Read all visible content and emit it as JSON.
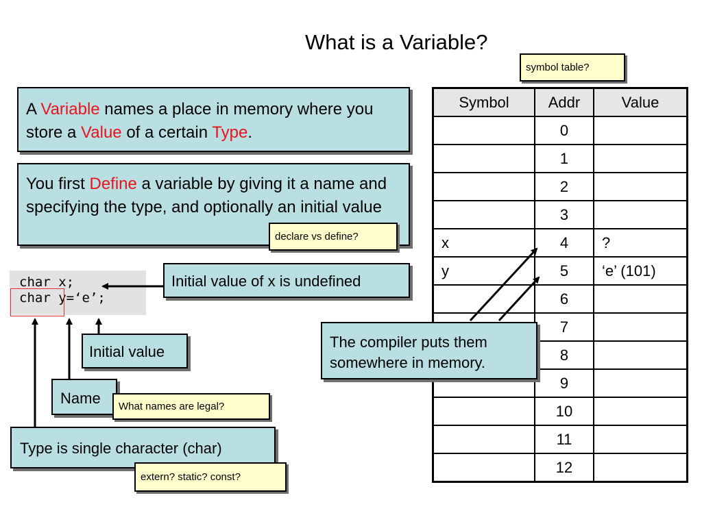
{
  "title": "What is a Variable?",
  "notes": {
    "symbol_table": "symbol table?",
    "declare_define": "declare vs define?",
    "legal_names": "What names are legal?",
    "qualifiers": "extern? static? const?"
  },
  "definition": {
    "p1": "A ",
    "w1": "Variable",
    "p2": " names a place in memory where you store a ",
    "w2": "Value",
    "p3": " of a certain ",
    "w3": "Type",
    "p4": "."
  },
  "define_box": {
    "p1": "You first ",
    "w1": "Define",
    "p2": " a variable by giving it a name and specifying the type, and optionally an initial value"
  },
  "code": {
    "line1": "char x;",
    "line2": "char y=‘e’;"
  },
  "labels": {
    "initial_undefined": "Initial value of x is undefined",
    "initial_value": "Initial value",
    "name": "Name",
    "type": "Type is single character (char)",
    "compiler": "The compiler puts them somewhere in memory."
  },
  "symbol_table": {
    "headers": [
      "Symbol",
      "Addr",
      "Value"
    ],
    "rows": [
      [
        "",
        "0",
        ""
      ],
      [
        "",
        "1",
        ""
      ],
      [
        "",
        "2",
        ""
      ],
      [
        "",
        "3",
        ""
      ],
      [
        "x",
        "4",
        "?"
      ],
      [
        "y",
        "5",
        "‘e’ (101)"
      ],
      [
        "",
        "6",
        ""
      ],
      [
        "",
        "7",
        ""
      ],
      [
        "",
        "8",
        ""
      ],
      [
        "",
        "9",
        ""
      ],
      [
        "",
        "10",
        ""
      ],
      [
        "",
        "11",
        ""
      ],
      [
        "",
        "12",
        ""
      ]
    ]
  },
  "colors": {
    "box_fill": "#b9dfe3",
    "note_fill": "#ffffcc",
    "highlight_red": "#e8141c",
    "code_bg": "#e2e2e2"
  }
}
